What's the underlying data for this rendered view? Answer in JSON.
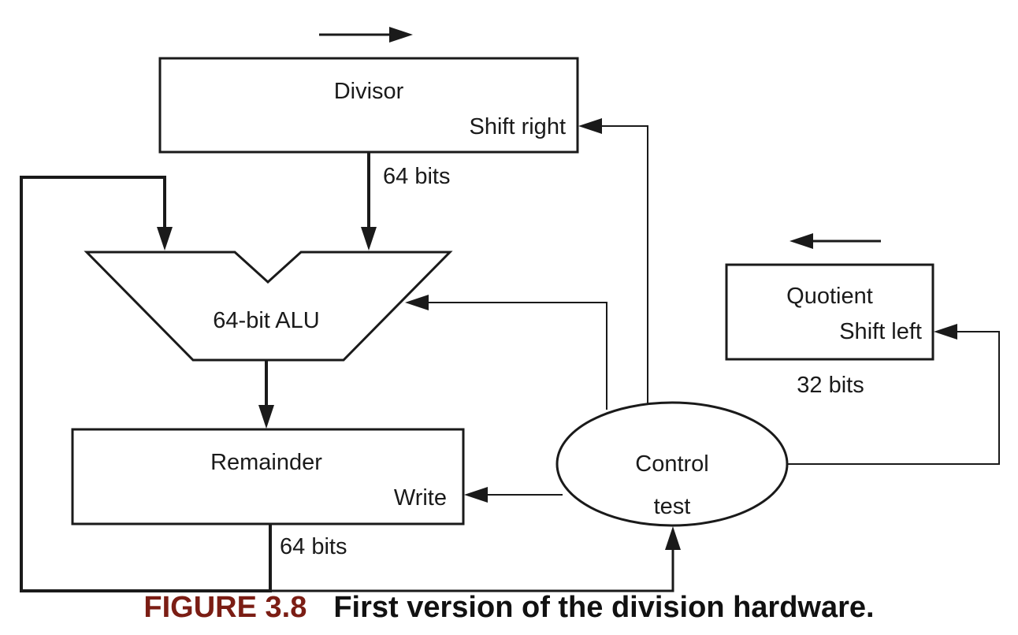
{
  "divisor": {
    "name": "Divisor",
    "action": "Shift right",
    "width_label": "64 bits"
  },
  "alu": {
    "label": "64-bit ALU"
  },
  "remainder": {
    "name": "Remainder",
    "action": "Write",
    "width_label": "64 bits"
  },
  "quotient": {
    "name": "Quotient",
    "action": "Shift left",
    "width_label": "32 bits"
  },
  "control": {
    "line1": "Control",
    "line2": "test"
  },
  "caption": {
    "figure_number": "FIGURE 3.8",
    "title": "First version of the division hardware."
  },
  "colors": {
    "ink": "#1a1a1a",
    "figure_number": "#7b1d14",
    "background": "#ffffff"
  }
}
